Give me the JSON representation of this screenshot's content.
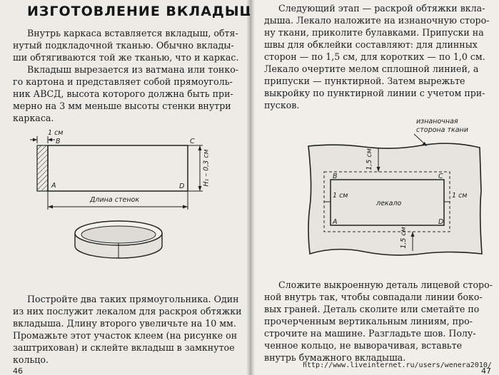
{
  "left_page": {
    "heading": "ИЗГОТОВЛЕНИЕ ВКЛАДЫША",
    "para1": [
      "Внутрь каркаса вставляется вкладыш, обтя-",
      "нутый подкладочной тканью. Обычно вклады-",
      "ши обтягиваются той же тканью, что и каркас."
    ],
    "para2": [
      "Вкладыш вырезается из ватмана или тонко-",
      "го картона и представляет собой прямоуголь-",
      "ник АВСД, высота которого должна быть при-",
      "мерно на 3 мм меньше высоты стенки внутри",
      "каркаса."
    ],
    "figure_labels": {
      "margin": "1 см",
      "A": "A",
      "B": "B",
      "C": "C",
      "D": "D",
      "height": "H₁ – 0,3 см",
      "length": "Длина стенок"
    },
    "para3": [
      "Постройте два таких прямоугольника. Один",
      "из них послужит лекалом для раскроя обтяжки",
      "вкладыша. Длину второго увеличьте на 10 мм.",
      "Промажьте этот участок клеем (на рисунке он",
      "заштрихован) и склейте вкладыш в замкнутое",
      "кольцо."
    ],
    "page_number": "46"
  },
  "right_page": {
    "para1": [
      "Следующий этап — раскрой обтяжки вкла-",
      "дыша. Лекало наложите на изнаночную сторо-",
      "ну ткани, приколите булавками. Припуски на",
      "швы для обклейки составляют: для длинных",
      "сторон — по 1,5 см, для коротких — по 1,0 см.",
      "Лекало очертите мелом сплошной линией, а",
      "припуски — пунктирной. Затем вырежьте",
      "выкройку по пунктирной линии с учетом при-",
      "пусков."
    ],
    "figure_labels": {
      "fabric_side": [
        "изнаночная",
        "сторона ткани"
      ],
      "top_allowance": "1,5 см",
      "bottom_allowance": "1,5 см",
      "left_allowance": "1 см",
      "right_allowance": "1 см",
      "pattern": "лекало",
      "A": "A",
      "B": "B",
      "C": "C",
      "D": "D"
    },
    "para2": [
      "Сложите выкроенную деталь лицевой сторо-",
      "ной внутрь так, чтобы совпадали линии боко-",
      "вых граней. Деталь сколите или сметайте по",
      "прочерченным вертикальным линиям, про-",
      "строчите на машине. Разгладьте шов. Полу-",
      "ченное кольцо, не выворачивая, вставьте",
      "внутрь бумажного вкладыша."
    ],
    "page_number": "47"
  },
  "watermark": "http://www.liveinternet.ru/users/wenera2010/"
}
